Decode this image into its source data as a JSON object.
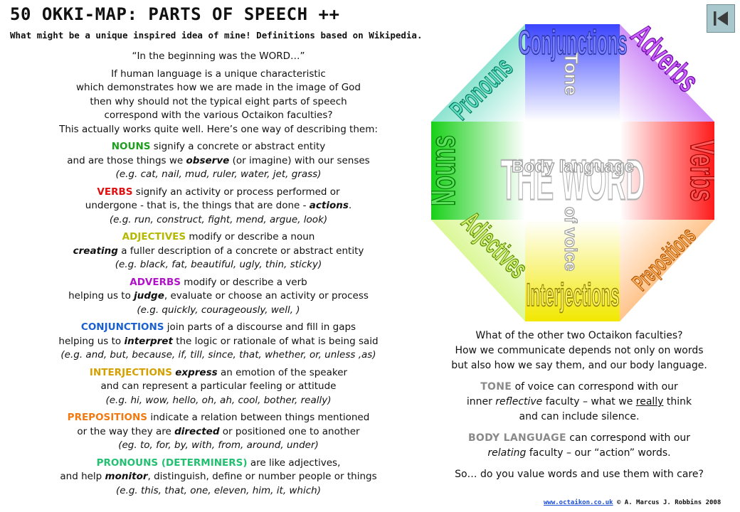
{
  "header": {
    "title": "50 OKKI-MAP: PARTS OF SPEECH ++",
    "subtitle": "What might be a unique inspired idea of mine! Definitions based on Wikipedia."
  },
  "nav": {
    "back_icon": "skip-back-icon"
  },
  "intro": {
    "quote": "“In the beginning was the WORD…”",
    "line1": "If human language is a unique characteristic",
    "line2": "which demonstrates how we are made in the image of God",
    "line3": "then why should not the typical eight parts of speech",
    "line4": "correspond with the various Octaikon faculties?",
    "line5": "This actually works quite well. Here’s one way of describing them:"
  },
  "definitions": {
    "nouns": {
      "term": "NOUNS",
      "a": " signify a concrete or abstract entity",
      "b": "and are those things we ",
      "kw": "observe",
      "c": " (or imagine) with our senses",
      "ex": "(e.g. cat, nail, mud, ruler, water, jet, grass)",
      "color": "#1e9e1e"
    },
    "verbs": {
      "term": "VERBS",
      "a": " signify an activity or process performed or",
      "b": "undergone - that is, the things that are done - ",
      "kw": "actions",
      "c": ".",
      "ex": "(e.g. run, construct, fight, mend, argue, look)",
      "color": "#e01010"
    },
    "adjectives": {
      "term": "ADJECTIVES",
      "a": " modify or describe a noun",
      "kw": "creating",
      "b": " a fuller description of a concrete or abstract entity",
      "ex": "(e.g. black, fat, beautiful, ugly, thin, sticky)",
      "color": "#b5b800"
    },
    "adverbs": {
      "term": "ADVERBS",
      "a": " modify or describe a verb",
      "b": "helping us to ",
      "kw": "judge",
      "c": ", evaluate or choose an activity or process",
      "ex": "(e.g. quickly, courageously, well, )",
      "color": "#b012c8"
    },
    "conjunctions": {
      "term": "CONJUNCTIONS",
      "a": " join parts of a discourse and fill in gaps",
      "b": "helping us to ",
      "kw": "interpret",
      "c": " the logic or rationale of what is being said",
      "ex": "(e.g. and, but, because, if, till, since, that, whether, or, unless ,as)",
      "color": "#1a5fd0"
    },
    "interjections": {
      "term": "INTERJECTIONS",
      "kw": "express",
      "a": " an emotion of the speaker",
      "b": "and can represent a particular feeling or attitude",
      "ex": "(e.g. hi, wow, hello, oh, ah, cool, bother, really)",
      "color": "#d4a000"
    },
    "prepositions": {
      "term": "PREPOSITIONS",
      "a": " indicate a relation between things mentioned",
      "b": "or the way they are ",
      "kw": "directed",
      "c": " or positioned one to another",
      "ex": "(eg. to, for, by, with, from, around, under)",
      "color": "#f07a10"
    },
    "pronouns": {
      "term": "PRONOUNS (DETERMINERS)",
      "a": " are like adjectives,",
      "b": "and help ",
      "kw": "monitor",
      "c": ", distinguish, define or number people or things",
      "ex": "(e.g. this, that, one, eleven, him, it, which)",
      "color": "#22c070"
    }
  },
  "octagon": {
    "center": "THE WORD",
    "body_language": "Body language",
    "tone_top": "Tone",
    "tone_bottom": "of voice",
    "labels": {
      "conjunctions": "Conjunctions",
      "adverbs": "Adverbs",
      "verbs": "Verbs",
      "prepositions": "Prepositions",
      "interjections": "Interjections",
      "adjectives": "Adjectives",
      "nouns": "Nouns",
      "pronouns": "Pronouns"
    },
    "colors": {
      "blue": "#3a44ff",
      "purple": "#a020f0",
      "red": "#ff1a1a",
      "orange": "#ff8a1a",
      "yellow": "#f2e800",
      "yellowgreen": "#b8f030",
      "green": "#18d018",
      "teal": "#18c8a0"
    }
  },
  "closing": {
    "q1": "What of the other two Octaikon faculties?",
    "q2": "How we communicate depends not only on words",
    "q3": "but also how we say them, and our body language.",
    "tone_tag": "TONE",
    "tone_a": " of voice can correspond with our",
    "tone_b": "inner ",
    "tone_kw": "reflective",
    "tone_c": " faculty – what we ",
    "tone_u": "really",
    "tone_d": " think",
    "tone_e": "and can include silence.",
    "body_tag": "BODY LANGUAGE",
    "body_a": " can correspond with our",
    "body_kw": "relating",
    "body_b": " faculty – our “action” words.",
    "final": "So… do you value words and use them with care?"
  },
  "footer": {
    "link": "www.octaikon.co.uk",
    "credit": " © A. Marcus J. Robbins 2008"
  }
}
